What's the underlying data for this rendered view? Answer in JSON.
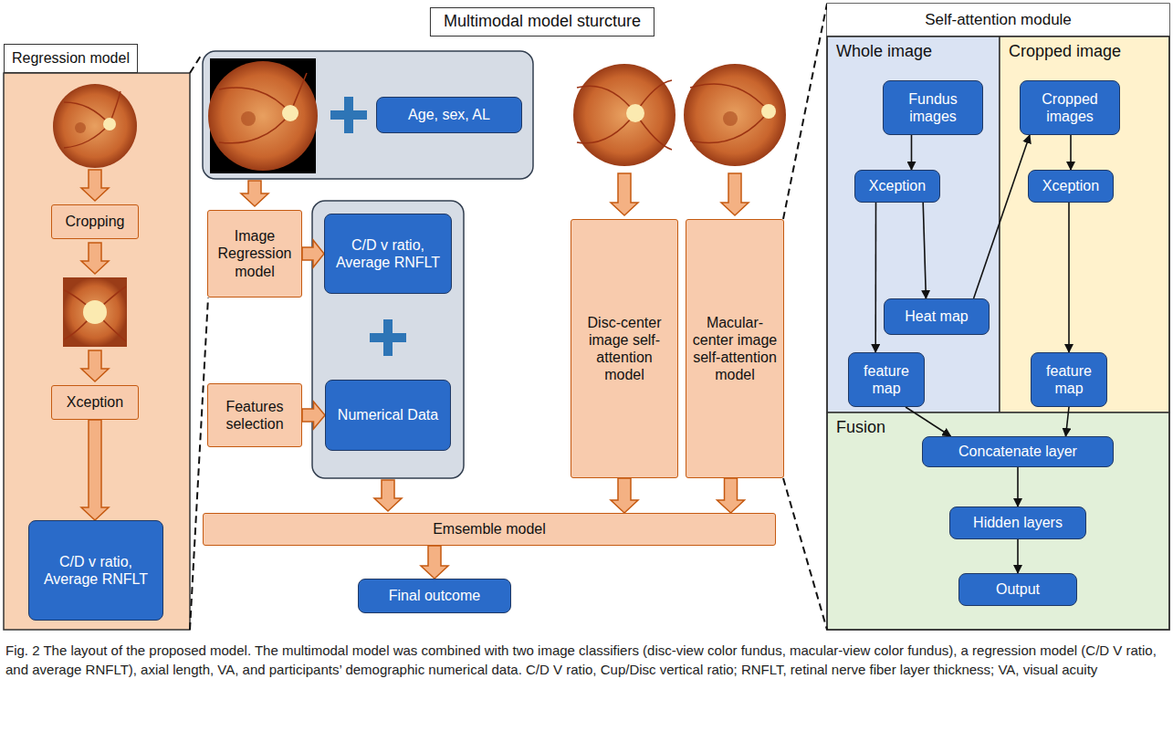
{
  "diagram": {
    "title": "Multimodal model sturcture",
    "caption": "Fig. 2 The layout of the proposed model. The multimodal model was combined with two image classifiers (disc-view color fundus, macular-view color fundus), a regression model (C/D V ratio, and average RNFLT), axial length, VA, and participants’ demographic numerical data. C/D V ratio, Cup/Disc vertical ratio; RNFLT, retinal nerve fiber layer thickness; VA, visual acuity",
    "nodes": [
      {
        "text": [
          "Regression model"
        ]
      },
      {
        "text": [
          "Cropping"
        ],
        "in": 0
      },
      {
        "text": [
          "Xception"
        ],
        "in": 0
      },
      {
        "text": [
          "C/D v ratio, Average RNFLT"
        ],
        "in": 0
      },
      {
        "text": [
          "Age, sex, AL"
        ]
      },
      {
        "text": [
          "Image Regression model"
        ]
      },
      {
        "text": [
          "Features selection"
        ]
      },
      {
        "text": [
          "C/D v ratio, Average RNFLT"
        ]
      },
      {
        "text": [
          "Numerical Data"
        ]
      },
      {
        "text": [
          "Disc-center image self-attention model"
        ]
      },
      {
        "text": [
          "Macular-center image self-attention model"
        ]
      },
      {
        "text": [
          "Emsemble model"
        ]
      },
      {
        "text": [
          "Final outcome"
        ]
      },
      {
        "text": [
          "Self-attention module"
        ]
      },
      {
        "text": [
          "Whole image"
        ],
        "in": 13
      },
      {
        "text": [
          "Fundus images"
        ],
        "in": 14
      },
      {
        "text": [
          "Xception"
        ],
        "in": 14
      },
      {
        "text": [
          "Heat map"
        ],
        "in": 14
      },
      {
        "text": [
          "feature map"
        ],
        "in": 14
      },
      {
        "text": [
          "Cropped image"
        ],
        "in": 13
      },
      {
        "text": [
          "Cropped images"
        ],
        "in": 19
      },
      {
        "text": [
          "Xception"
        ],
        "in": 19
      },
      {
        "text": [
          "feature map"
        ],
        "in": 19
      },
      {
        "text": [
          "Fusion"
        ],
        "in": 13
      },
      {
        "text": [
          "Concatenate layer"
        ],
        "in": 23
      },
      {
        "text": [
          "Hidden layers"
        ],
        "in": 23
      },
      {
        "text": [
          "Output"
        ],
        "in": 23
      }
    ],
    "edges": [
      {
        "from": 2,
        "to": 3,
        "arrow": "to"
      },
      {
        "from": 5,
        "to": 7,
        "arrow": "to"
      },
      {
        "from": 6,
        "to": 8,
        "arrow": "to"
      },
      {
        "from": 9,
        "to": 11,
        "arrow": "to"
      },
      {
        "from": 10,
        "to": 11,
        "arrow": "to"
      },
      {
        "from": 11,
        "to": 12,
        "arrow": "to"
      },
      {
        "from": 15,
        "to": 16,
        "arrow": "to"
      },
      {
        "from": 16,
        "to": 18,
        "arrow": "to"
      },
      {
        "from": 16,
        "to": 17,
        "arrow": "to"
      },
      {
        "from": 17,
        "to": 20,
        "arrow": "to"
      },
      {
        "from": 20,
        "to": 21,
        "arrow": "to"
      },
      {
        "from": 21,
        "to": 22,
        "arrow": "to"
      },
      {
        "from": 18,
        "to": 24,
        "arrow": "to"
      },
      {
        "from": 22,
        "to": 24,
        "arrow": "to"
      },
      {
        "from": 24,
        "to": 25,
        "arrow": "to"
      },
      {
        "from": 25,
        "to": 26,
        "arrow": "to"
      }
    ]
  }
}
